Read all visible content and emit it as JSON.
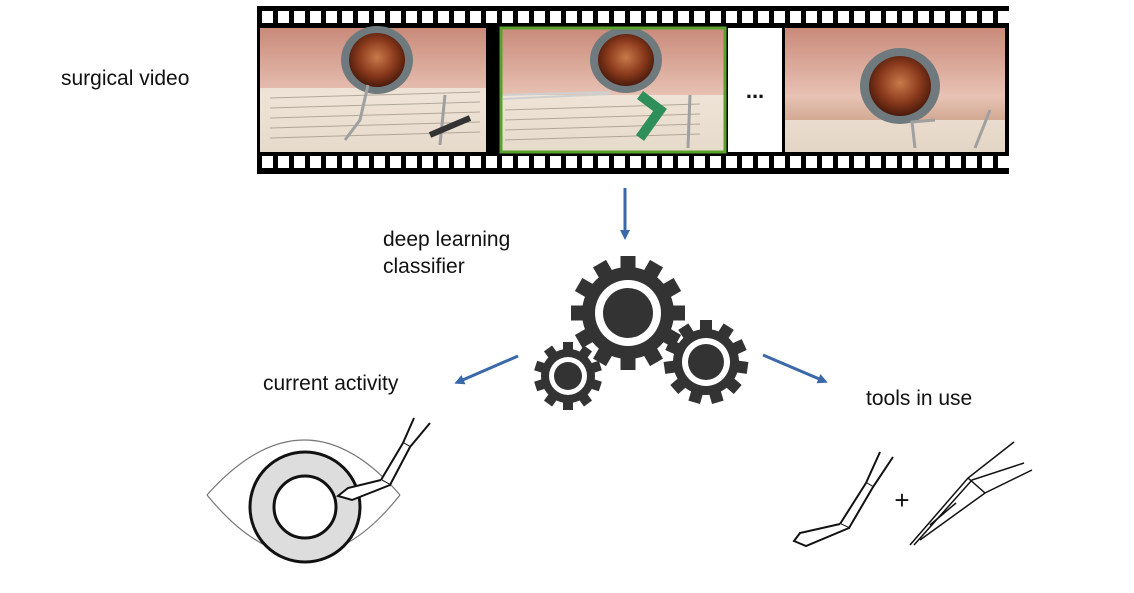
{
  "labels": {
    "video": "surgical video",
    "classifier": "deep learning classifier",
    "activity": "current activity",
    "tools": "tools in use"
  },
  "filmstrip": {
    "ellipsis": "...",
    "highlight_color": "#5aa02c"
  },
  "arrow_color": "#3a68a8",
  "plus_sign": "+"
}
